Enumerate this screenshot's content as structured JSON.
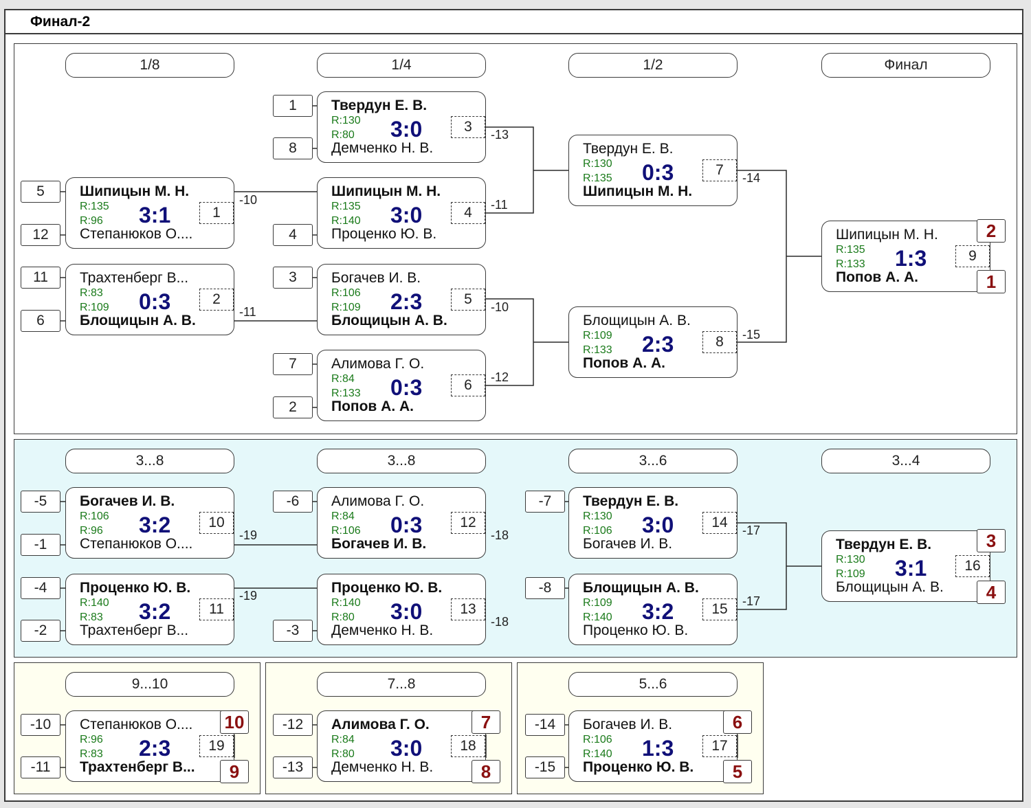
{
  "title": "Финал-2",
  "rounds_main": [
    "1/8",
    "1/4",
    "1/2",
    "Финал"
  ],
  "rounds_blue": [
    "3...8",
    "3...8",
    "3...6",
    "3...4"
  ],
  "rounds_yellow": [
    "9...10",
    "7...8",
    "5...6"
  ],
  "matches": {
    "m1": {
      "p1": "Шипицын М. Н.",
      "p2": "Степанюков О....",
      "r1": "R:135",
      "r2": "R:96",
      "score": "3:1",
      "num": "1",
      "win": 1
    },
    "m2": {
      "p1": "Трахтенберг В...",
      "p2": "Блощицын А. В.",
      "r1": "R:83",
      "r2": "R:109",
      "score": "0:3",
      "num": "2",
      "win": 2
    },
    "m3": {
      "p1": "Твердун Е. В.",
      "p2": "Демченко Н. В.",
      "r1": "R:130",
      "r2": "R:80",
      "score": "3:0",
      "num": "3",
      "win": 1
    },
    "m4": {
      "p1": "Шипицын М. Н.",
      "p2": "Проценко Ю. В.",
      "r1": "R:135",
      "r2": "R:140",
      "score": "3:0",
      "num": "4",
      "win": 1
    },
    "m5": {
      "p1": "Богачев И. В.",
      "p2": "Блощицын А. В.",
      "r1": "R:106",
      "r2": "R:109",
      "score": "2:3",
      "num": "5",
      "win": 2
    },
    "m6": {
      "p1": "Алимова Г. О.",
      "p2": "Попов А. А.",
      "r1": "R:84",
      "r2": "R:133",
      "score": "0:3",
      "num": "6",
      "win": 2
    },
    "m7": {
      "p1": "Твердун Е. В.",
      "p2": "Шипицын М. Н.",
      "r1": "R:130",
      "r2": "R:135",
      "score": "0:3",
      "num": "7",
      "win": 2
    },
    "m8": {
      "p1": "Блощицын А. В.",
      "p2": "Попов А. А.",
      "r1": "R:109",
      "r2": "R:133",
      "score": "2:3",
      "num": "8",
      "win": 2
    },
    "m9": {
      "p1": "Шипицын М. Н.",
      "p2": "Попов А. А.",
      "r1": "R:135",
      "r2": "R:133",
      "score": "1:3",
      "num": "9",
      "win": 2
    },
    "m10": {
      "p1": "Богачев И. В.",
      "p2": "Степанюков О....",
      "r1": "R:106",
      "r2": "R:96",
      "score": "3:2",
      "num": "10",
      "win": 1
    },
    "m11": {
      "p1": "Проценко Ю. В.",
      "p2": "Трахтенберг В...",
      "r1": "R:140",
      "r2": "R:83",
      "score": "3:2",
      "num": "11",
      "win": 1
    },
    "m12": {
      "p1": "Алимова Г. О.",
      "p2": "Богачев И. В.",
      "r1": "R:84",
      "r2": "R:106",
      "score": "0:3",
      "num": "12",
      "win": 2
    },
    "m13": {
      "p1": "Проценко Ю. В.",
      "p2": "Демченко Н. В.",
      "r1": "R:140",
      "r2": "R:80",
      "score": "3:0",
      "num": "13",
      "win": 1
    },
    "m14": {
      "p1": "Твердун Е. В.",
      "p2": "Богачев И. В.",
      "r1": "R:130",
      "r2": "R:106",
      "score": "3:0",
      "num": "14",
      "win": 1
    },
    "m15": {
      "p1": "Блощицын А. В.",
      "p2": "Проценко Ю. В.",
      "r1": "R:109",
      "r2": "R:140",
      "score": "3:2",
      "num": "15",
      "win": 1
    },
    "m16": {
      "p1": "Твердун Е. В.",
      "p2": "Блощицын А. В.",
      "r1": "R:130",
      "r2": "R:109",
      "score": "3:1",
      "num": "16",
      "win": 1
    },
    "m17": {
      "p1": "Богачев И. В.",
      "p2": "Проценко Ю. В.",
      "r1": "R:106",
      "r2": "R:140",
      "score": "1:3",
      "num": "17",
      "win": 2
    },
    "m18": {
      "p1": "Алимова Г. О.",
      "p2": "Демченко Н. В.",
      "r1": "R:84",
      "r2": "R:80",
      "score": "3:0",
      "num": "18",
      "win": 1
    },
    "m19": {
      "p1": "Степанюков О....",
      "p2": "Трахтенберг В...",
      "r1": "R:96",
      "r2": "R:83",
      "score": "2:3",
      "num": "19",
      "win": 2
    }
  },
  "seeds": {
    "s1": "5",
    "s2": "12",
    "s3": "11",
    "s4": "6",
    "s5": "1",
    "s6": "8",
    "s7": "4",
    "s8": "3",
    "s9": "7",
    "s10": "2",
    "s11": "-5",
    "s12": "-1",
    "s13": "-4",
    "s14": "-2",
    "s15": "-6",
    "s16": "-3",
    "s17": "-7",
    "s18": "-8",
    "s19": "-10",
    "s20": "-11",
    "s21": "-12",
    "s22": "-13",
    "s23": "-14",
    "s24": "-15"
  },
  "loser_labels": {
    "l1": "-10",
    "l2": "-11",
    "l3": "-13",
    "l4": "-11",
    "l5": "-10",
    "l6": "-12",
    "l7": "-14",
    "l8": "-15",
    "l9": "-19",
    "l10": "-19",
    "l11": "-18",
    "l12": "-18",
    "l13": "-17",
    "l14": "-17"
  },
  "places": {
    "pl1": "2",
    "pl2": "1",
    "pl3": "3",
    "pl4": "4",
    "pl5": "10",
    "pl6": "9",
    "pl7": "7",
    "pl8": "8",
    "pl9": "6",
    "pl10": "5"
  }
}
